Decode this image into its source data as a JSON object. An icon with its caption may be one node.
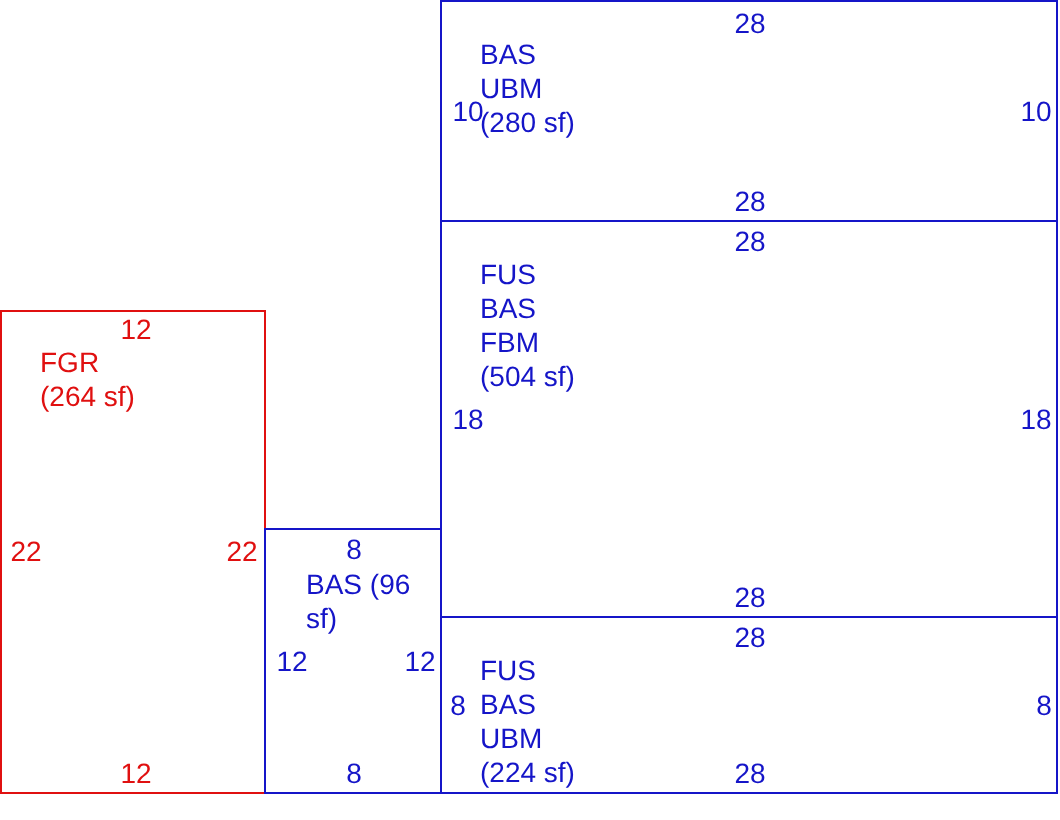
{
  "diagram": {
    "nodes": [
      {
        "text": [
          "BAS UBM (280 sf)",
          "28",
          "10",
          "10",
          "28"
        ]
      },
      {
        "text": [
          "FUS BAS FBM (504 sf)",
          "28",
          "18",
          "18",
          "28"
        ]
      },
      {
        "text": [
          "FGR (264 sf)",
          "12",
          "22",
          "22",
          "12"
        ]
      },
      {
        "text": [
          "BAS (96 sf)",
          "8",
          "12",
          "12",
          "8"
        ]
      },
      {
        "text": [
          "FUS BAS UBM (224 sf)",
          "28",
          "8",
          "8",
          "28"
        ]
      }
    ]
  }
}
